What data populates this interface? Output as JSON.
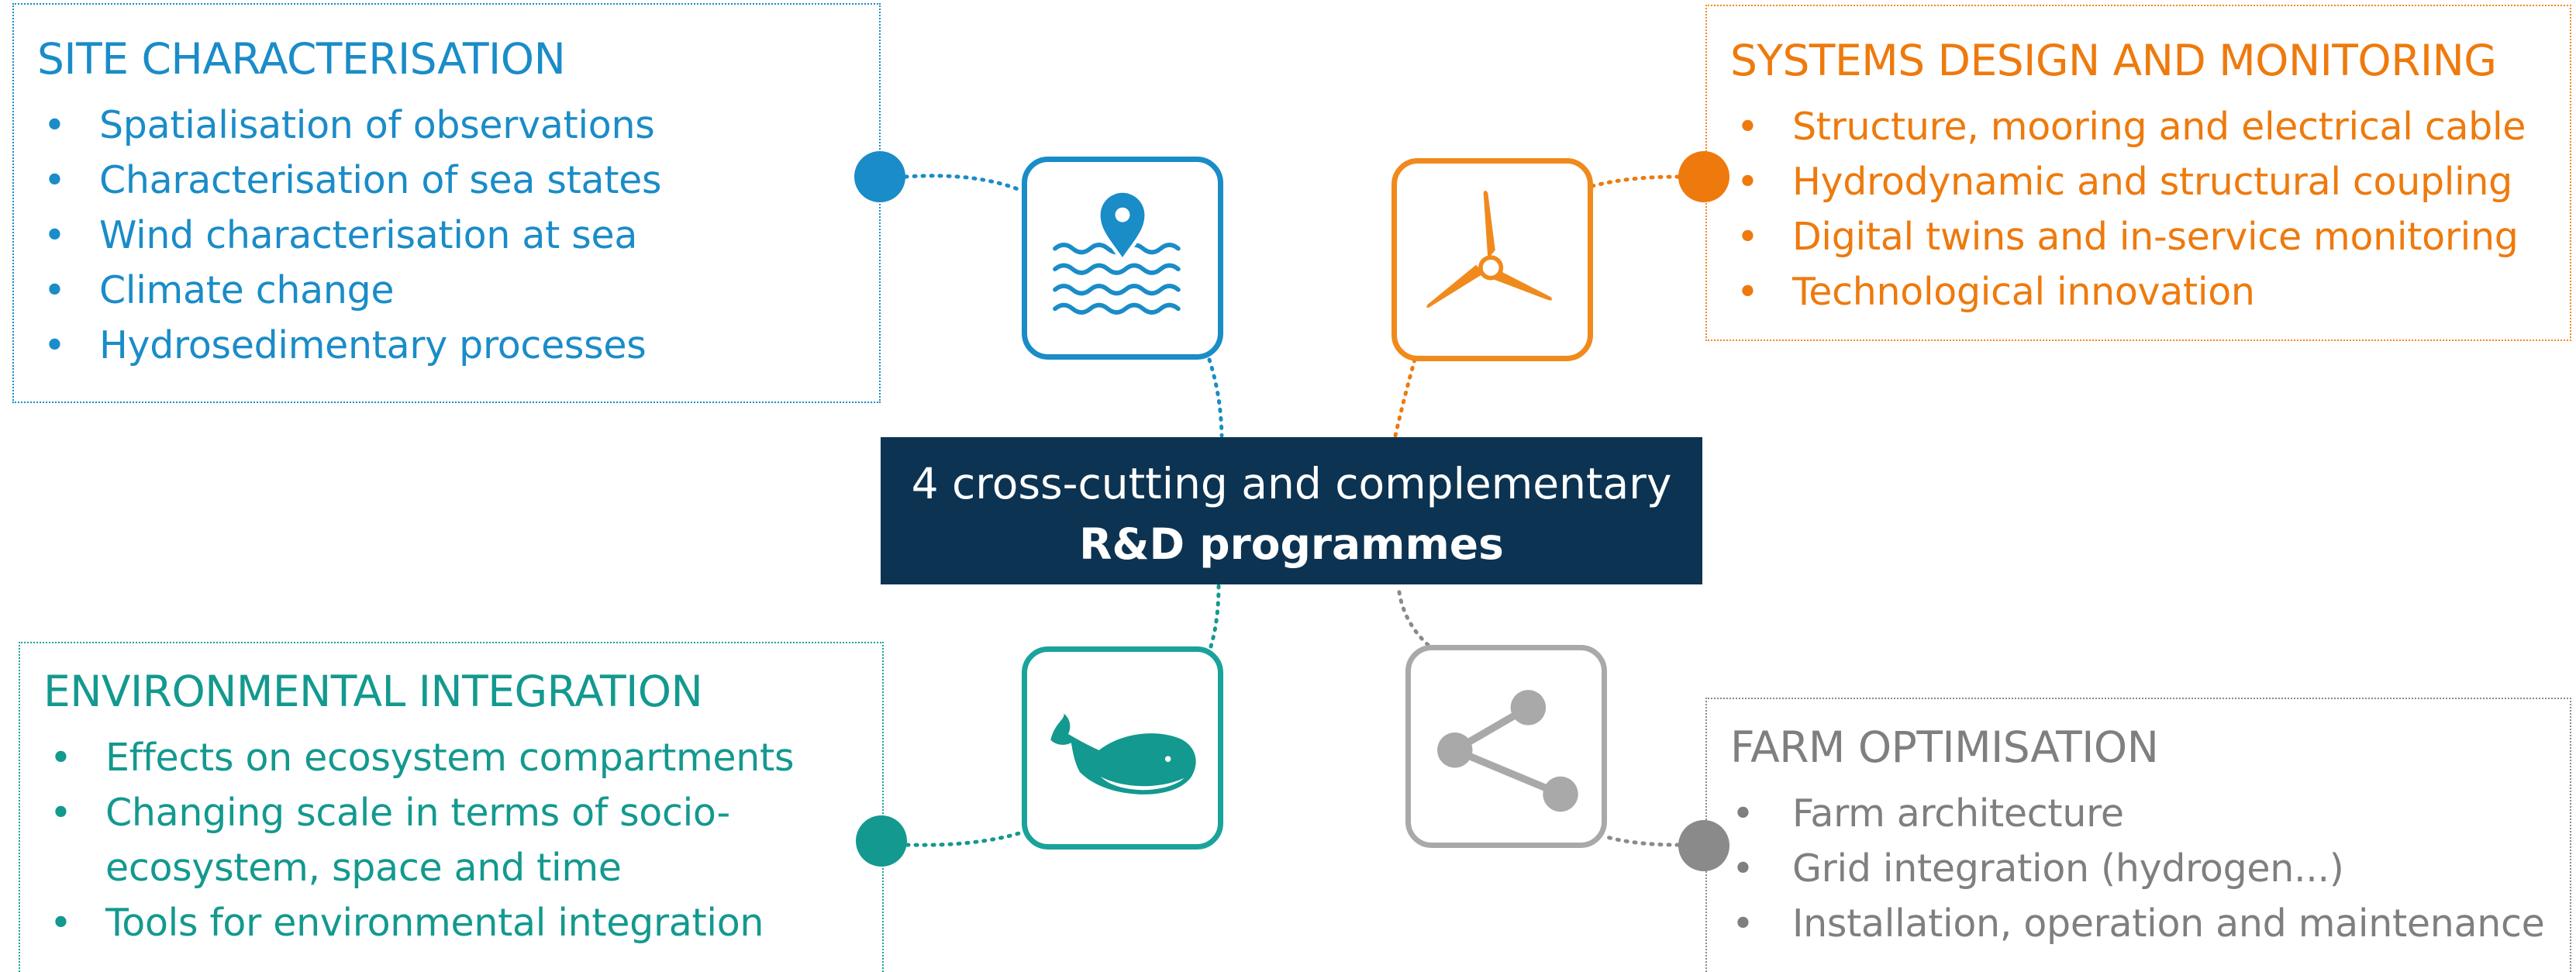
{
  "center": {
    "line1": "4 cross-cutting and complementary",
    "line2": "R&D programmes"
  },
  "programmes": {
    "site": {
      "title": "SITE CHARACTERISATION",
      "items": [
        "Spatialisation of observations",
        "Characterisation of sea states",
        "Wind characterisation at sea",
        "Climate change",
        "Hydrosedimentary processes"
      ],
      "color": "#1a8cc8",
      "icon": "water-location-icon"
    },
    "systems": {
      "title": "SYSTEMS DESIGN AND MONITORING",
      "items": [
        "Structure, mooring and electrical cable",
        "Hydrodynamic and structural coupling",
        "Digital twins and in-service monitoring",
        "Technological innovation"
      ],
      "color": "#ee7a0d",
      "icon": "wind-turbine-icon"
    },
    "environment": {
      "title": "ENVIRONMENTAL INTEGRATION",
      "items": [
        "Effects on ecosystem compartments",
        "Changing scale in terms of socio-",
        "ecosystem, space and time",
        "Tools for environmental integration"
      ],
      "color": "#13998f",
      "icon": "whale-icon"
    },
    "farm": {
      "title": "FARM OPTIMISATION",
      "items": [
        "Farm architecture",
        "Grid integration (hydrogen...)",
        "Installation, operation and maintenance"
      ],
      "color": "#7f7f7f",
      "icon": "share-network-icon"
    }
  },
  "colors": {
    "center_bg": "#0c3352",
    "site": "#1a8cc8",
    "systems": "#ee7a0d",
    "environment": "#13998f",
    "farm": "#8a8a8a"
  }
}
